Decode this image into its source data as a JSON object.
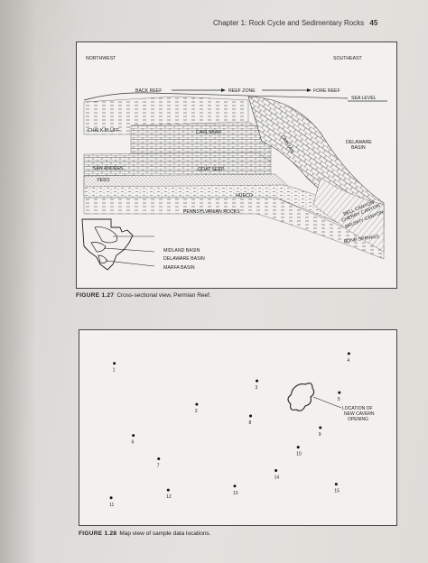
{
  "header": {
    "chapter": "Chapter 1: Rock Cycle and Sedimentary Rocks",
    "page_number": "45"
  },
  "figure1": {
    "caption_number": "FIGURE 1.27",
    "caption_text": "Cross-sectional view, Permian Reef.",
    "labels": {
      "northwest": "NORTHWEST",
      "southeast": "SOUTHEAST",
      "back_reef": "BACK REEF",
      "reef_zone": "REEF ZONE",
      "fore_reef": "FORE REEF",
      "sea_level": "SEA LEVEL",
      "chalk_bluff": "CHALK BLUFF",
      "carlsbad": "CARLSBAD",
      "capitan": "CAPITAN",
      "delaware_basin": [
        "DELAWARE",
        "BASIN"
      ],
      "san_andres": "SAN ANDRES",
      "goat_seep": "GOAT SEEP",
      "yeso": "YESO",
      "hueco": "HUECO",
      "pennsylvanian_rocks": "PENNSYLVANIAN ROCKS",
      "bell_canyon": "BELL CANYON",
      "cherry_canyon": "CHERRY CANYON",
      "brushy_canyon": "BRUSHY CANYON",
      "bone_springs": "BONE SPRINGS",
      "midland_basin": "MIDLAND BASIN",
      "delaware_basin_inset": "DELAWARE BASIN",
      "marfa_basin": "MARFA BASIN"
    }
  },
  "figure2": {
    "caption_number": "FIGURE 1.28",
    "caption_text": "Map view of sample data locations.",
    "location_label": [
      "LOCATION OF",
      "NEW CAVERN",
      "OPENING"
    ],
    "points": [
      {
        "id": "1",
        "x": 0.11,
        "y": 0.17
      },
      {
        "id": "2",
        "x": 0.37,
        "y": 0.38
      },
      {
        "id": "3",
        "x": 0.56,
        "y": 0.26
      },
      {
        "id": "4",
        "x": 0.85,
        "y": 0.12
      },
      {
        "id": "5",
        "x": 0.82,
        "y": 0.32
      },
      {
        "id": "6",
        "x": 0.17,
        "y": 0.54
      },
      {
        "id": "7",
        "x": 0.25,
        "y": 0.66
      },
      {
        "id": "8",
        "x": 0.54,
        "y": 0.44
      },
      {
        "id": "9",
        "x": 0.76,
        "y": 0.5
      },
      {
        "id": "10",
        "x": 0.69,
        "y": 0.6
      },
      {
        "id": "11",
        "x": 0.1,
        "y": 0.86
      },
      {
        "id": "12",
        "x": 0.28,
        "y": 0.82
      },
      {
        "id": "13",
        "x": 0.49,
        "y": 0.8
      },
      {
        "id": "14",
        "x": 0.62,
        "y": 0.72
      },
      {
        "id": "15",
        "x": 0.81,
        "y": 0.79
      }
    ]
  }
}
